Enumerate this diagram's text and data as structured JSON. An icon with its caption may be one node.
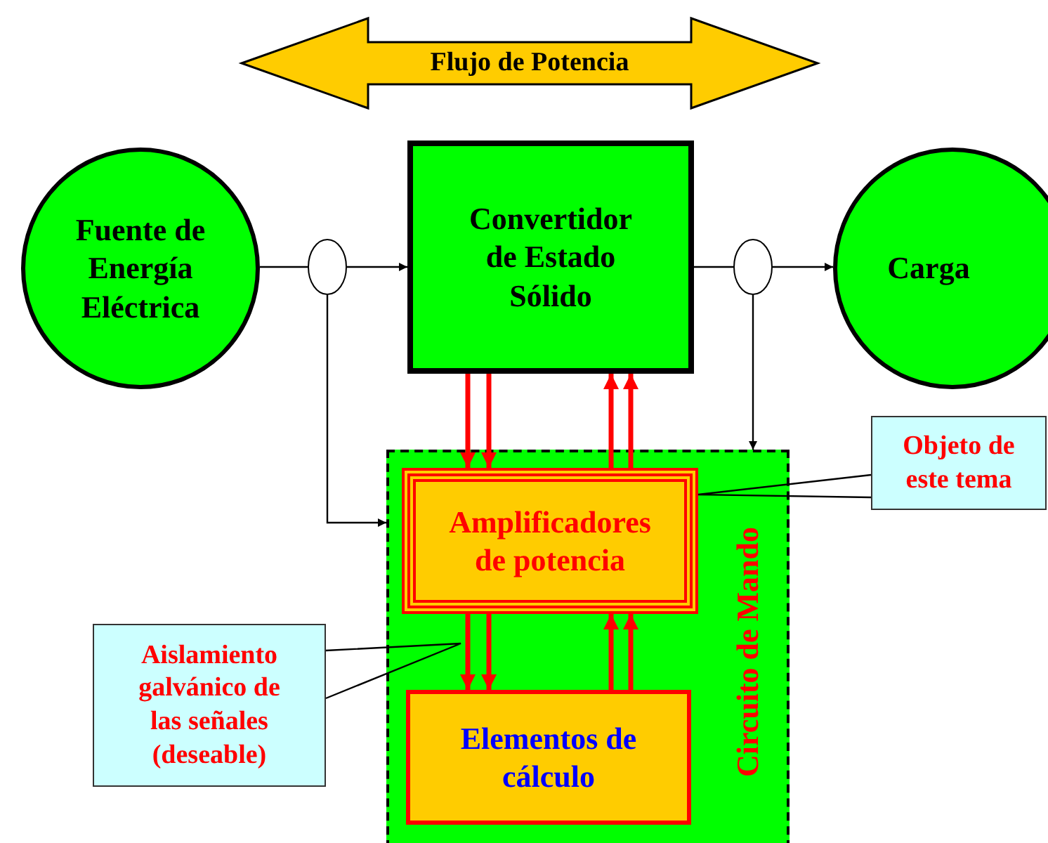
{
  "diagram": {
    "nodes": [
      {
        "text": [
          "Flujo de Potencia"
        ]
      },
      {
        "text": [
          "Fuente de Energía Eléctrica"
        ]
      },
      {
        "text": [
          "Convertidor de Estado Sólido"
        ]
      },
      {
        "text": [
          "Carga"
        ]
      },
      {
        "text": [],
        "shape": "circle"
      },
      {
        "text": [],
        "shape": "circle"
      },
      {
        "text": [
          "Circuito de Mando"
        ]
      },
      {
        "text": [
          "Amplificadores de potencia"
        ],
        "in": 6
      },
      {
        "text": [
          "Elementos de cálculo"
        ],
        "in": 6
      },
      {
        "text": [
          "Objeto de este tema"
        ]
      },
      {
        "text": [
          "Aislamiento galvánico de las señales (deseable)"
        ]
      }
    ],
    "edges": [
      {
        "from": 1,
        "to": 4,
        "arrow": "none"
      },
      {
        "from": 4,
        "to": 2,
        "arrow": "to"
      },
      {
        "from": 2,
        "to": 5,
        "arrow": "none"
      },
      {
        "from": 5,
        "to": 3,
        "arrow": "to"
      },
      {
        "from": 4,
        "to": 6,
        "arrow": "to"
      },
      {
        "from": 5,
        "to": 6,
        "arrow": "to"
      },
      {
        "from": 2,
        "to": 7,
        "arrow": "to",
        "style": "thick",
        "color": "#ff0000"
      },
      {
        "from": 2,
        "to": 7,
        "arrow": "to",
        "style": "thick",
        "color": "#ff0000"
      },
      {
        "from": 7,
        "to": 2,
        "arrow": "to",
        "style": "thick",
        "color": "#ff0000"
      },
      {
        "from": 7,
        "to": 2,
        "arrow": "to",
        "style": "thick",
        "color": "#ff0000"
      },
      {
        "from": 7,
        "to": 8,
        "arrow": "to",
        "style": "thick",
        "color": "#ff0000"
      },
      {
        "from": 7,
        "to": 8,
        "arrow": "to",
        "style": "thick",
        "color": "#ff0000"
      },
      {
        "from": 8,
        "to": 7,
        "arrow": "to",
        "style": "thick",
        "color": "#ff0000"
      },
      {
        "from": 8,
        "to": 7,
        "arrow": "to",
        "style": "thick",
        "color": "#ff0000"
      },
      {
        "from": 9,
        "to": 7,
        "arrow": "none"
      },
      {
        "from": 10,
        "to": null,
        "arrow": "none"
      }
    ]
  }
}
